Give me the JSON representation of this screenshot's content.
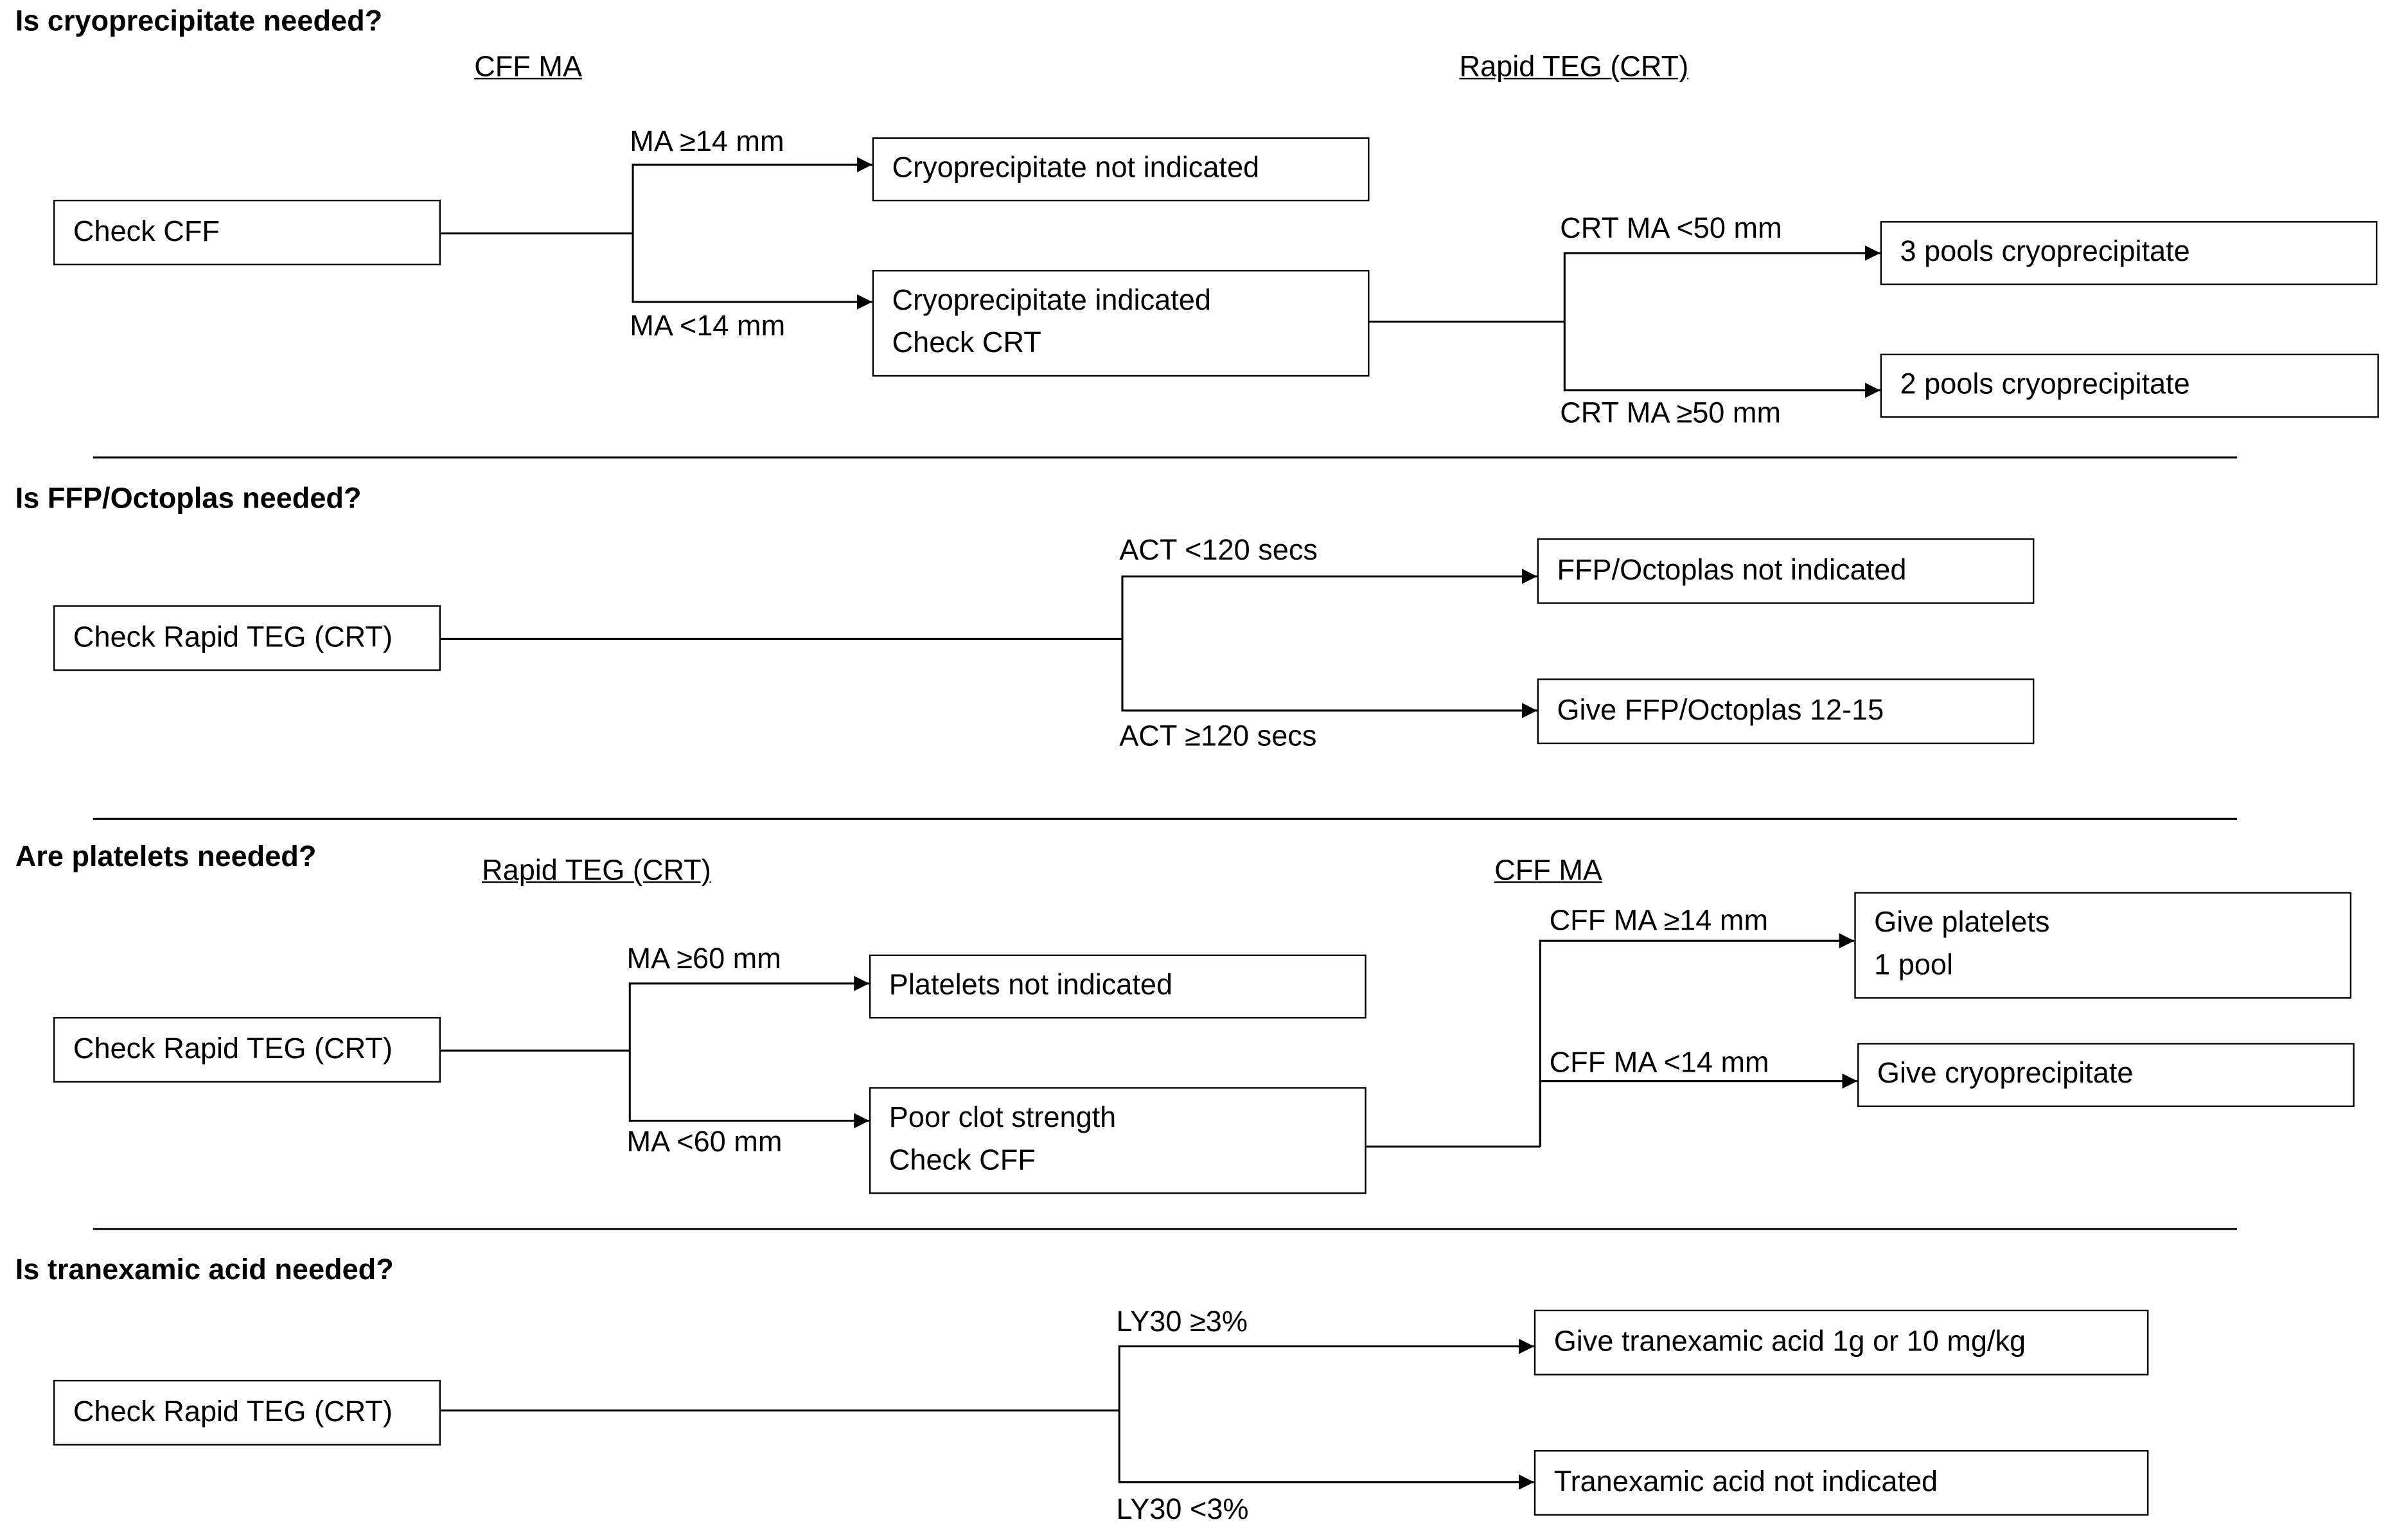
{
  "sections": [
    {
      "question": "Is cryoprecipitate needed?",
      "headers": [
        "CFF MA",
        "Rapid TEG (CRT)"
      ],
      "start": "Check CFF",
      "branches": [
        "MA ≥14 mm",
        "MA <14 mm"
      ],
      "outcomes": [
        [
          "Cryoprecipitate not indicated"
        ],
        [
          "Cryoprecipitate indicated",
          "Check CRT"
        ]
      ],
      "sub_branches": [
        "CRT MA <50 mm",
        "CRT MA ≥50 mm"
      ],
      "sub_outcomes": [
        [
          "3 pools cryoprecipitate"
        ],
        [
          "2 pools cryoprecipitate"
        ]
      ]
    },
    {
      "question": "Is FFP/Octoplas needed?",
      "start": "Check Rapid TEG (CRT)",
      "branches": [
        "ACT <120 secs",
        "ACT ≥120 secs"
      ],
      "outcomes": [
        [
          "FFP/Octoplas not indicated"
        ],
        [
          "Give FFP/Octoplas 12-15"
        ]
      ]
    },
    {
      "question": "Are platelets needed?",
      "headers": [
        "Rapid TEG (CRT)",
        "CFF MA"
      ],
      "start": "Check Rapid TEG (CRT)",
      "branches": [
        "MA ≥60 mm",
        "MA <60 mm"
      ],
      "outcomes": [
        [
          "Platelets not indicated"
        ],
        [
          "Poor clot strength",
          "Check CFF"
        ]
      ],
      "sub_branches": [
        "CFF MA ≥14 mm",
        "CFF MA <14 mm"
      ],
      "sub_outcomes": [
        [
          "Give platelets",
          "1 pool"
        ],
        [
          "Give cryoprecipitate"
        ]
      ]
    },
    {
      "question": "Is tranexamic acid needed?",
      "start": "Check Rapid TEG (CRT)",
      "branches": [
        "LY30 ≥3%",
        "LY30 <3%"
      ],
      "outcomes": [
        [
          "Give tranexamic acid 1g or 10 mg/kg"
        ],
        [
          "Tranexamic acid not indicated"
        ]
      ]
    }
  ],
  "colors": {
    "line": "#000000",
    "background": "#ffffff"
  }
}
